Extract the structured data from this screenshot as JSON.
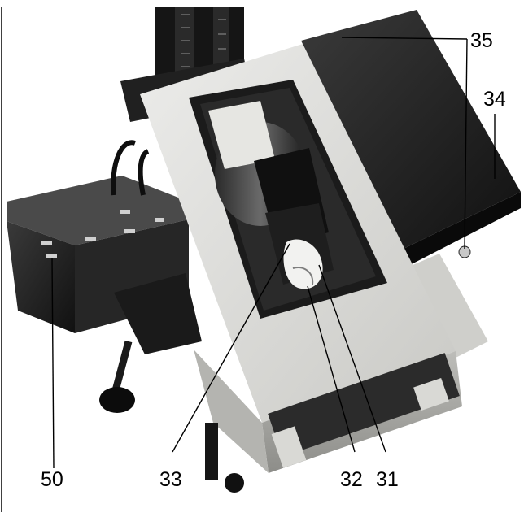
{
  "callouts": {
    "c35": "35",
    "c34": "34",
    "c50": "50",
    "c33": "33",
    "c32": "32",
    "c31": "31"
  },
  "colors": {
    "background": "#ffffff",
    "ink": "#000000",
    "dark_housing": "#1c1c1c",
    "light_panel": "#d8d8d4"
  }
}
